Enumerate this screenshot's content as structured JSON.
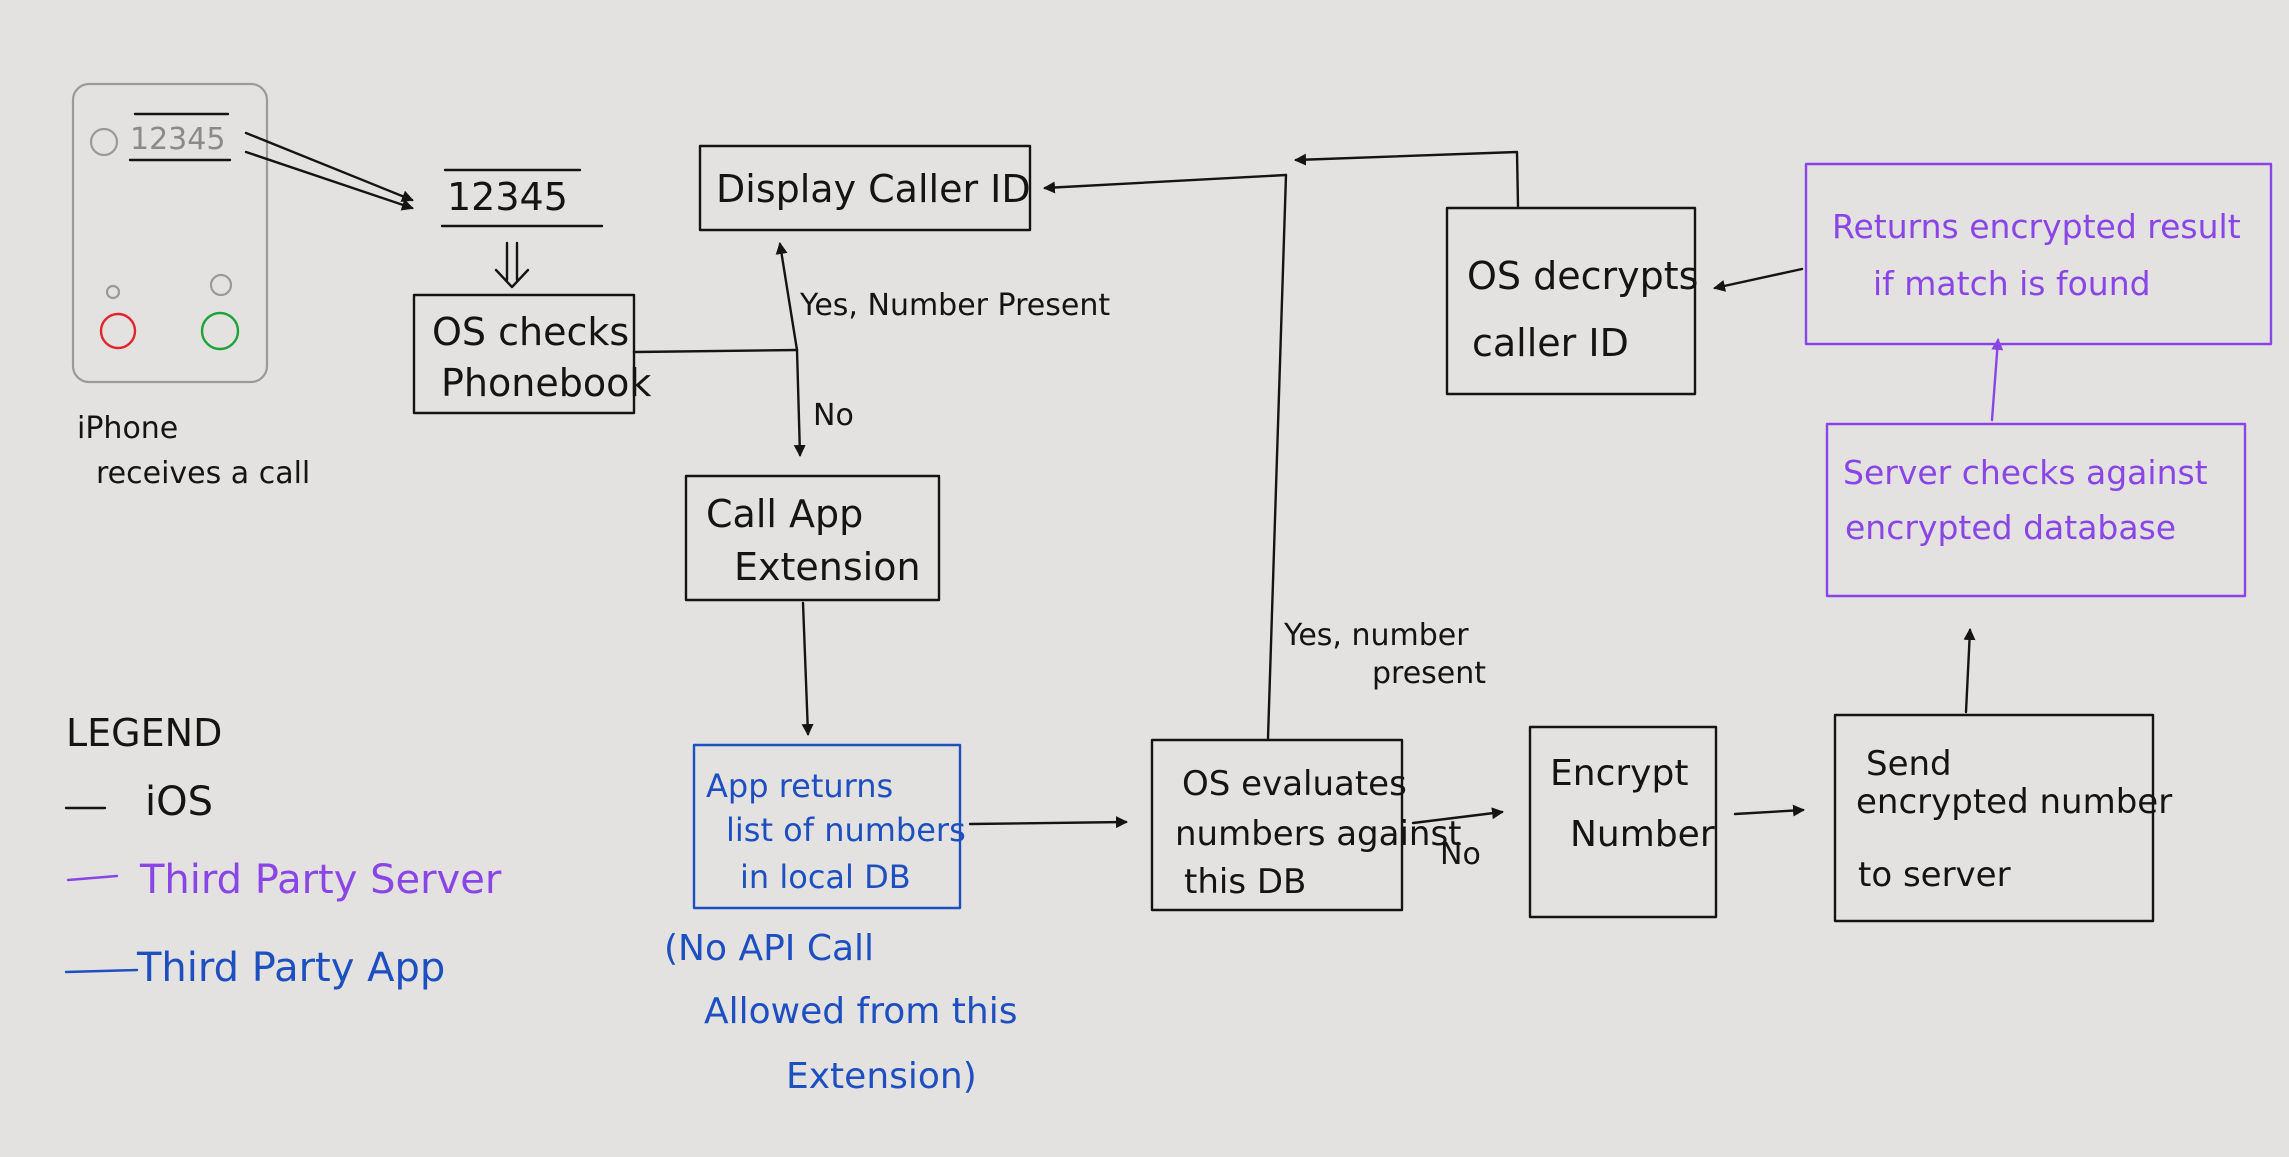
{
  "colors": {
    "background": "#e3e2e1",
    "ios": "#141414",
    "third_party_server": "#8a45e6",
    "third_party_app": "#1d4fc0"
  },
  "phone": {
    "screen_number": "12345",
    "caption_line1": "iPhone",
    "caption_line2": "receives a call"
  },
  "number_display": "12345",
  "nodes": {
    "os_checks_phonebook": [
      "OS checks",
      "Phonebook"
    ],
    "display_caller_id": [
      "Display Caller ID"
    ],
    "call_app_extension": [
      "Call App",
      "Extension"
    ],
    "app_returns_list": [
      "App returns",
      "list of numbers",
      "in local DB"
    ],
    "os_evaluates": [
      "OS evaluates",
      "numbers against",
      "this DB"
    ],
    "encrypt_number": [
      "Encrypt",
      "Number"
    ],
    "send_encrypted": [
      "Send",
      "encrypted number",
      "to server"
    ],
    "server_checks": [
      "Server checks against",
      "encrypted database"
    ],
    "returns_encrypted_result": [
      "Returns encrypted result",
      "if match is found"
    ],
    "os_decrypts": [
      "OS decrypts",
      "caller ID"
    ]
  },
  "edge_labels": {
    "yes_number_present_phonebook": "Yes, Number Present",
    "no_phonebook": "No",
    "yes_number_present_eval_line1": "Yes, number",
    "yes_number_present_eval_line2": "present",
    "no_eval": "No"
  },
  "note": [
    "(No API Call",
    "Allowed from this",
    "Extension)"
  ],
  "legend": {
    "title": "LEGEND",
    "items": [
      {
        "label": "iOS",
        "color": "#141414"
      },
      {
        "label": "Third Party Server",
        "color": "#8a45e6"
      },
      {
        "label": "Third Party App",
        "color": "#1d4fc0"
      }
    ]
  }
}
